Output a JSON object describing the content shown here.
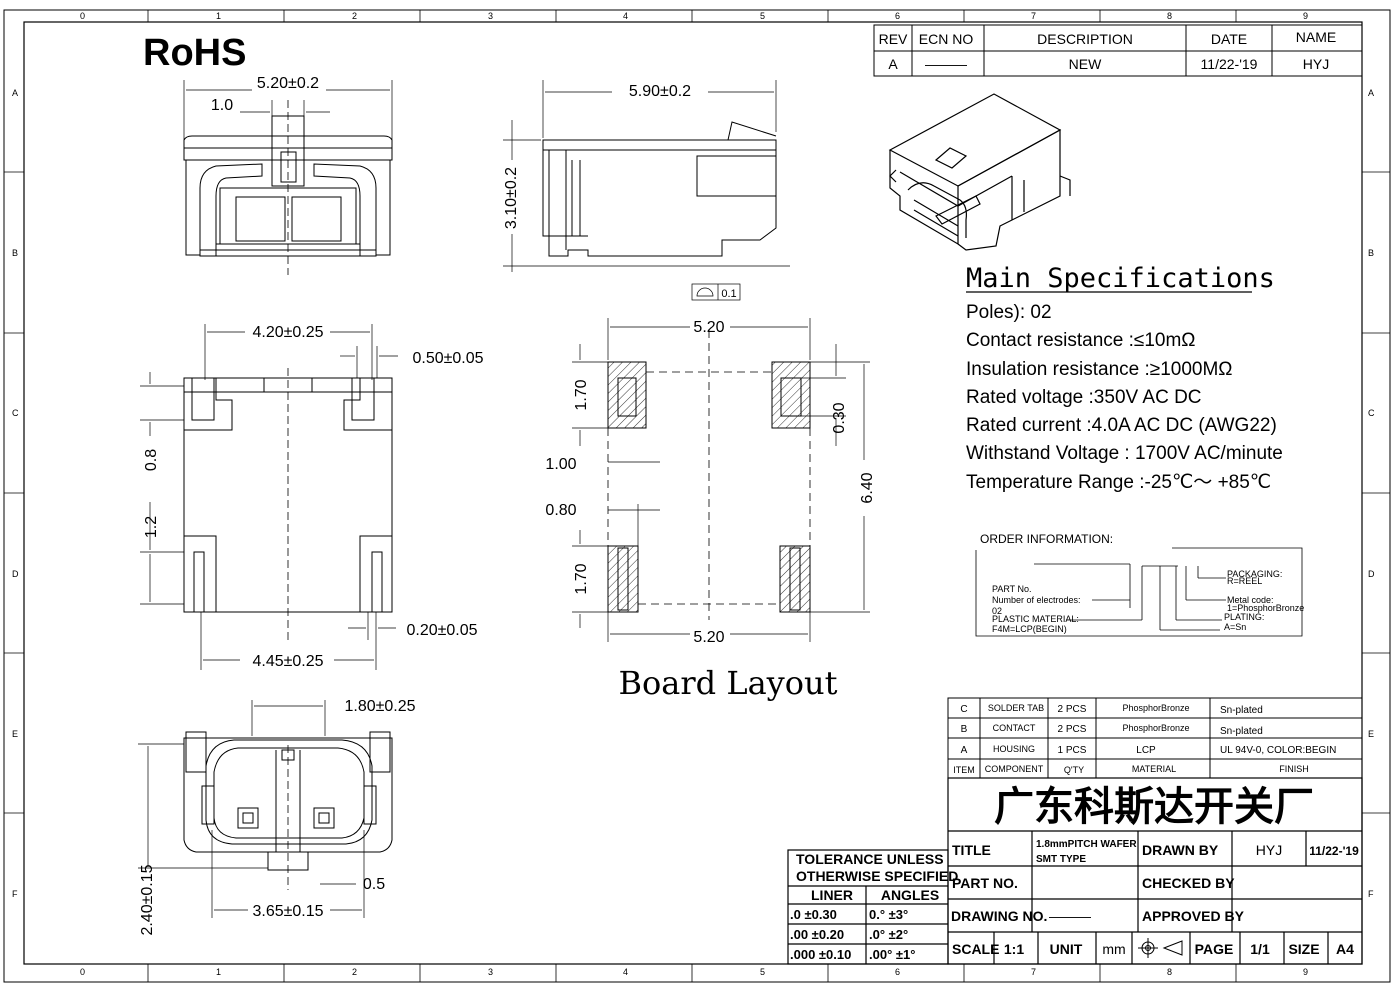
{
  "rohs": "RoHS",
  "border": {
    "cols": [
      "0",
      "1",
      "2",
      "3",
      "4",
      "5",
      "6",
      "7",
      "8",
      "9"
    ],
    "rows": [
      "A",
      "B",
      "C",
      "D",
      "E",
      "F"
    ]
  },
  "revision": {
    "headers": [
      "REV",
      "ECN NO",
      "DESCRIPTION",
      "DATE",
      "NAME"
    ],
    "row": [
      "A",
      "———",
      "NEW",
      "11/22-'19",
      "HYJ"
    ]
  },
  "views": {
    "front_top": {
      "w": "5.20±0.2",
      "tab": "1.0"
    },
    "side": {
      "w": "5.90±0.2",
      "h": "3.10±0.2",
      "flatness": "0.1"
    },
    "bottom": {
      "top_w": "4.20±0.25",
      "pad_w": "0.50±0.05",
      "pitch_a": "0.8",
      "pitch_b": "1.2",
      "tail": "0.20±0.05",
      "bot_w": "4.45±0.25"
    },
    "front_bottom": {
      "w": "1.80±0.25",
      "h": "2.40±0.15",
      "pitch": "3.65±0.15",
      "gap": "0.5"
    }
  },
  "board": {
    "title": "Board Layout",
    "top_w": "5.20",
    "bot_w": "5.20",
    "pad_h_top": "1.70",
    "pad_h_bot": "1.70",
    "gap": "1.00",
    "pad_w": "0.80",
    "slot": "0.30",
    "total_h": "6.40"
  },
  "specs": {
    "title": "Main Specifications",
    "lines": [
      "Poles): 02",
      "Contact resistance :≤10mΩ",
      "Insulation resistance :≥1000MΩ",
      "Rated voltage :350V AC DC",
      "Rated current :4.0A AC DC (AWG22)",
      "Withstand Voltage : 1700V AC/minute",
      "Temperature Range  :-25℃～ +85℃"
    ]
  },
  "order": {
    "title": "ORDER  INFORMATION:",
    "part_no": "PART No.",
    "electrodes": "Number of electrodes:",
    "electrodes_val": "02",
    "plastic": "PLASTIC MATERIAL:",
    "plastic_val": "F4M=LCP(BEGIN)",
    "packaging": "PACKAGING:",
    "packaging_val": "R=REEL",
    "metal": "Metal code:",
    "metal_val": "1=PhosphorBronze",
    "plating": "PLATING:",
    "plating_val": "A=Sn"
  },
  "bom": {
    "rows": [
      [
        "C",
        "SOLDER TAB",
        "2 PCS",
        "PhosphorBronze",
        "Sn-plated"
      ],
      [
        "B",
        "CONTACT",
        "2 PCS",
        "PhosphorBronze",
        "Sn-plated"
      ],
      [
        "A",
        "HOUSING",
        "1 PCS",
        "LCP",
        "UL 94V-0, COLOR:BEGIN"
      ]
    ],
    "headers": [
      "ITEM",
      "COMPONENT",
      "Q'TY",
      "MATERIAL",
      "FINISH"
    ]
  },
  "company": "广东科斯达开关厂",
  "tolerance": {
    "title1": "TOLERANCE UNLESS",
    "title2": "OTHERWISE SPECIFIED",
    "col1": "LINER",
    "col2": "ANGLES",
    "rows": [
      [
        ".0  ±0.30",
        "0.°  ±3°"
      ],
      [
        ".00  ±0.20",
        ".0°  ±2°"
      ],
      [
        ".000 ±0.10",
        ".00° ±1°"
      ]
    ]
  },
  "title_block": {
    "title_label": "TITLE",
    "title_val1": "1.8mmPITCH WAFER",
    "title_val2": "SMT TYPE",
    "drawn_by": "DRAWN BY",
    "drawn_name": "HYJ",
    "drawn_date": "11/22-'19",
    "part_no": "PART NO.",
    "checked_by": "CHECKED BY",
    "drawing_no": "DRAWING NO.",
    "drawing_val": "———",
    "approved_by": "APPROVED BY",
    "scale": "SCALE",
    "scale_val": "1:1",
    "unit": "UNIT",
    "unit_val": "mm",
    "page": "PAGE",
    "page_val": "1/1",
    "size": "SIZE",
    "size_val": "A4"
  }
}
